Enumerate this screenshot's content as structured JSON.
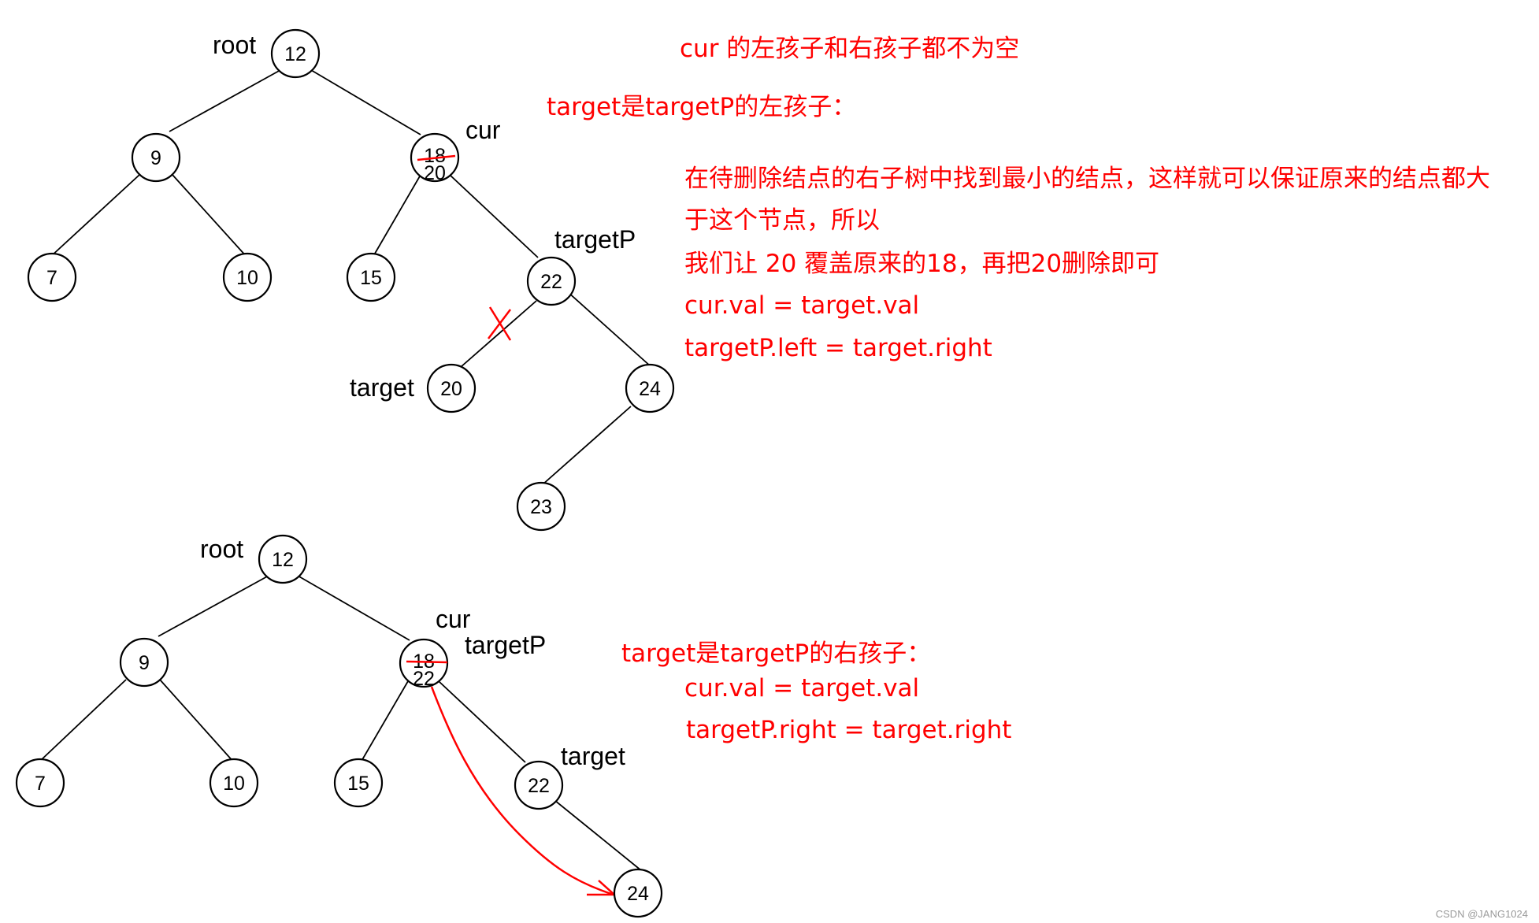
{
  "diagram1": {
    "nodes": {
      "root": "12",
      "n9": "9",
      "n7": "7",
      "n10": "10",
      "cur_old": "18",
      "cur_new": "20",
      "n15": "15",
      "n22": "22",
      "target": "20",
      "n24": "24",
      "n23": "23"
    },
    "labels": {
      "root": "root",
      "cur": "cur",
      "targetP": "targetP",
      "target": "target"
    },
    "notes": [
      "cur 的左孩子和右孩子都不为空",
      "target是targetP的左孩子：",
      "在待删除结点的右子树中找到最小的结点，这样就可以保证原来的结点都大",
      "于这个节点，所以",
      "我们让 20 覆盖原来的18，再把20删除即可",
      "cur.val = target.val",
      "targetP.left = target.right"
    ]
  },
  "diagram2": {
    "nodes": {
      "root": "12",
      "n9": "9",
      "n7": "7",
      "n10": "10",
      "cur_old": "18",
      "cur_new": "22",
      "n15": "15",
      "target": "22",
      "n24": "24"
    },
    "labels": {
      "root": "root",
      "cur": "cur",
      "targetP": "targetP",
      "target": "target"
    },
    "notes": [
      "target是targetP的右孩子：",
      "cur.val = target.val",
      "targetP.right = target.right"
    ]
  },
  "watermark": "CSDN @JANG1024",
  "colors": {
    "annotation": "#ff0000",
    "tree": "#000000"
  }
}
